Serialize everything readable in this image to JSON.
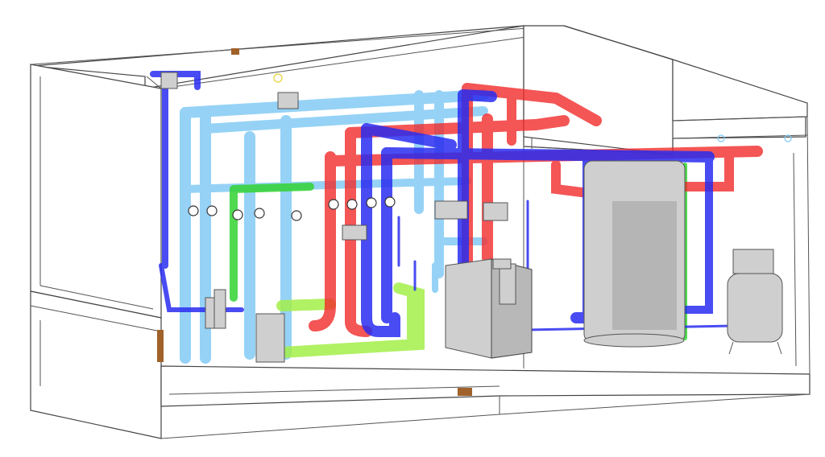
{
  "diagram": {
    "type": "3d-mechanical-room-piping-model",
    "colors": {
      "domestic_cold_water": "#7cc8f5",
      "supply_blue": "#2a2df0",
      "hot_supply_red": "#f22b2b",
      "green_loop": "#33d233",
      "light_green_loop": "#a4ef4a",
      "equipment_gray": "#cfcfcf",
      "wall_outline": "#444444"
    },
    "components": [
      {
        "name": "boiler",
        "icon": "boiler-unit"
      },
      {
        "name": "storage-tank",
        "icon": "vertical-storage-tank"
      },
      {
        "name": "expansion-tank",
        "icon": "expansion-tank"
      },
      {
        "name": "filter-unit",
        "icon": "filter-housing"
      },
      {
        "name": "circulation-pumps",
        "icon": "pump"
      }
    ]
  }
}
